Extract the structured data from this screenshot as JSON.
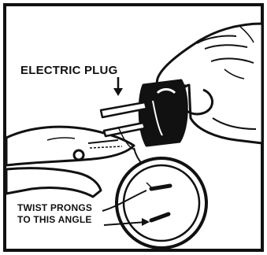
{
  "illustration": {
    "plug_label": "ELECTRIC PLUG",
    "instruction_line_1": "TWIST PRONGS",
    "instruction_line_2": "TO THIS ANGLE",
    "colors": {
      "ink": "#111111",
      "paper": "#ffffff"
    },
    "icons": [
      "hand-icon",
      "pliers-icon",
      "plug-icon",
      "outlet-icon"
    ]
  }
}
